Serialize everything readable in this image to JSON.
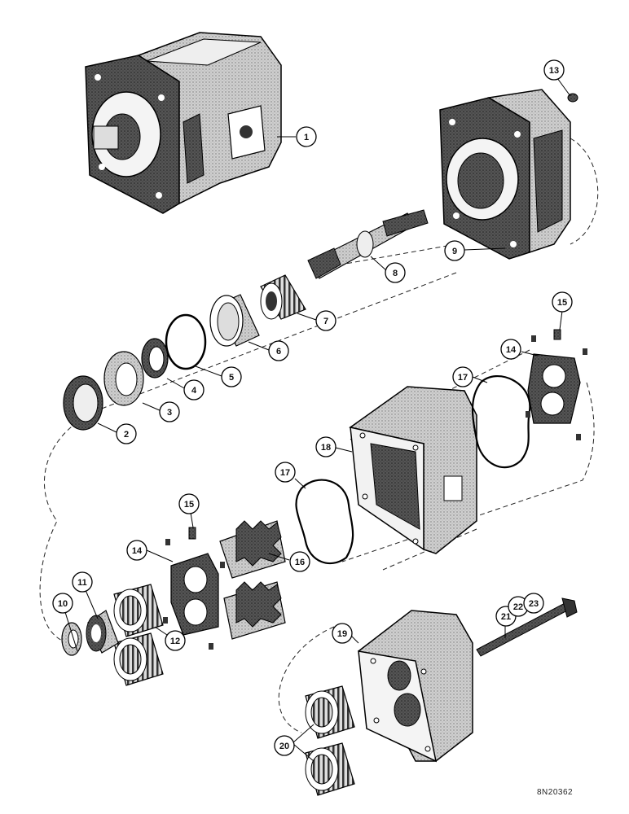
{
  "diagram": {
    "drawing_number": "8N20362",
    "callouts": [
      {
        "id": "c1",
        "label": "1",
        "part": "pump-assembly"
      },
      {
        "id": "c2",
        "label": "2",
        "part": "seal-ring"
      },
      {
        "id": "c3",
        "label": "3",
        "part": "retainer"
      },
      {
        "id": "c4",
        "label": "4",
        "part": "oil-seal"
      },
      {
        "id": "c5",
        "label": "5",
        "part": "o-ring"
      },
      {
        "id": "c6",
        "label": "6",
        "part": "bearing-cup"
      },
      {
        "id": "c7",
        "label": "7",
        "part": "bearing-cone"
      },
      {
        "id": "c8",
        "label": "8",
        "part": "drive-shaft"
      },
      {
        "id": "c9",
        "label": "9",
        "part": "mounting-flange"
      },
      {
        "id": "c10",
        "label": "10",
        "part": "washer"
      },
      {
        "id": "c11",
        "label": "11",
        "part": "cap"
      },
      {
        "id": "c12",
        "label": "12",
        "part": "needle-bearing"
      },
      {
        "id": "c13",
        "label": "13",
        "part": "plug"
      },
      {
        "id": "c14a",
        "label": "14",
        "part": "wear-plate-upper"
      },
      {
        "id": "c14b",
        "label": "14",
        "part": "wear-plate-lower"
      },
      {
        "id": "c15a",
        "label": "15",
        "part": "pin-upper"
      },
      {
        "id": "c15b",
        "label": "15",
        "part": "pin-lower"
      },
      {
        "id": "c16",
        "label": "16",
        "part": "gears"
      },
      {
        "id": "c17a",
        "label": "17",
        "part": "gasket-upper"
      },
      {
        "id": "c17b",
        "label": "17",
        "part": "gasket-lower"
      },
      {
        "id": "c18",
        "label": "18",
        "part": "gear-housing"
      },
      {
        "id": "c19",
        "label": "19",
        "part": "end-cover"
      },
      {
        "id": "c20",
        "label": "20",
        "part": "needle-bearings"
      },
      {
        "id": "c21",
        "label": "21",
        "part": "bolt"
      },
      {
        "id": "c22",
        "label": "22",
        "part": "lock-washer"
      },
      {
        "id": "c23",
        "label": "23",
        "part": "nut"
      }
    ]
  }
}
